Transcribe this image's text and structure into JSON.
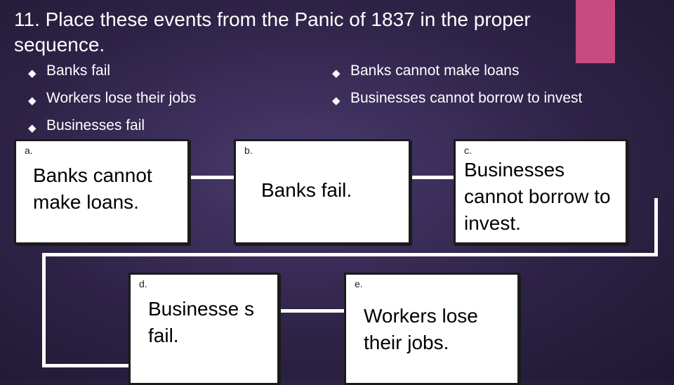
{
  "title": "11.   Place these events from the Panic of 1837 in the proper sequence.",
  "bullets_left": [
    "Banks fail",
    "Workers lose their jobs",
    "Businesses fail"
  ],
  "bullets_right": [
    "Banks cannot make loans",
    "Businesses cannot borrow to invest"
  ],
  "bullet_icon": "diamond-bullet-icon",
  "colors": {
    "accent": "#c74b7e",
    "background": "#2e2347"
  },
  "boxes": {
    "a": {
      "letter": "a.",
      "text": "Banks cannot make loans."
    },
    "b": {
      "letter": "b.",
      "text": "Banks fail."
    },
    "c": {
      "letter": "c.",
      "text": "Businesses cannot borrow to invest."
    },
    "d": {
      "letter": "d.",
      "text": "Businesse s fail."
    },
    "e": {
      "letter": "e.",
      "text": "Workers lose their jobs."
    }
  }
}
